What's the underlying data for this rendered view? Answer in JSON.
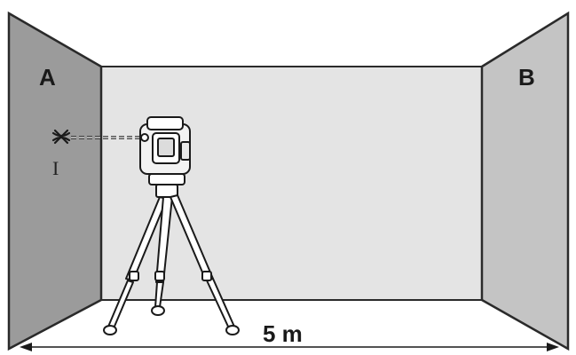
{
  "walls": {
    "left_label": "A",
    "right_label": "B"
  },
  "measurement": {
    "distance_label": "5 m"
  },
  "mark": {
    "label": "I"
  },
  "colors": {
    "left_wall": "#9b9b9b",
    "right_wall": "#c4c4c4",
    "back_wall": "#e4e4e4",
    "floor": "#ffffff",
    "outline": "#2a2a2a"
  },
  "icons": {
    "laser_device": "cross-line-laser-icon",
    "tripod": "tripod-icon",
    "laser_point": "laser-cross-mark-icon"
  }
}
